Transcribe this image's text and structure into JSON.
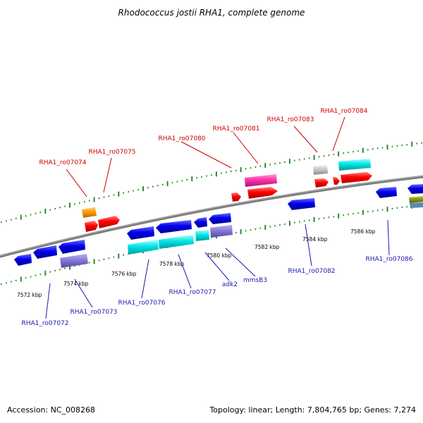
{
  "title": "Rhodococcus jostii RHA1, complete genome",
  "footer": {
    "accession": "Accession: NC_008268",
    "summary": "Topology: linear; Length: 7,804,765 bp; Genes: 7,274"
  },
  "colors": {
    "backbone": "#7a7a7a",
    "tick": "#2a8a2a",
    "top_label": "#cc0000",
    "bottom_label": "#1a1aaa",
    "gene_red": "#ff0000",
    "gene_blue": "#0000ee",
    "gene_cyan": "#00e5e5",
    "gene_lavender": "#8878d8",
    "gene_pink": "#ff33aa",
    "gene_orange": "#ff9900",
    "gene_grey": "#c8c8c8",
    "gene_olive": "#889911"
  },
  "kbp_scale": [
    "7572 kbp",
    "7574 kbp",
    "7576 kbp",
    "7578 kbp",
    "7580 kbp",
    "7582 kbp",
    "7584 kbp",
    "7586 kbp"
  ],
  "top_genes": [
    "RHA1_ro07074",
    "RHA1_ro07075",
    "RHA1_ro07080",
    "RHA1_ro07081",
    "RHA1_ro07083",
    "RHA1_ro07084"
  ],
  "bottom_genes": [
    "RHA1_ro07072",
    "RHA1_ro07073",
    "RHA1_ro07076",
    "RHA1_ro07077",
    "adk2",
    "mmsB3",
    "RHA1_ro07082",
    "RHA1_ro07086"
  ]
}
